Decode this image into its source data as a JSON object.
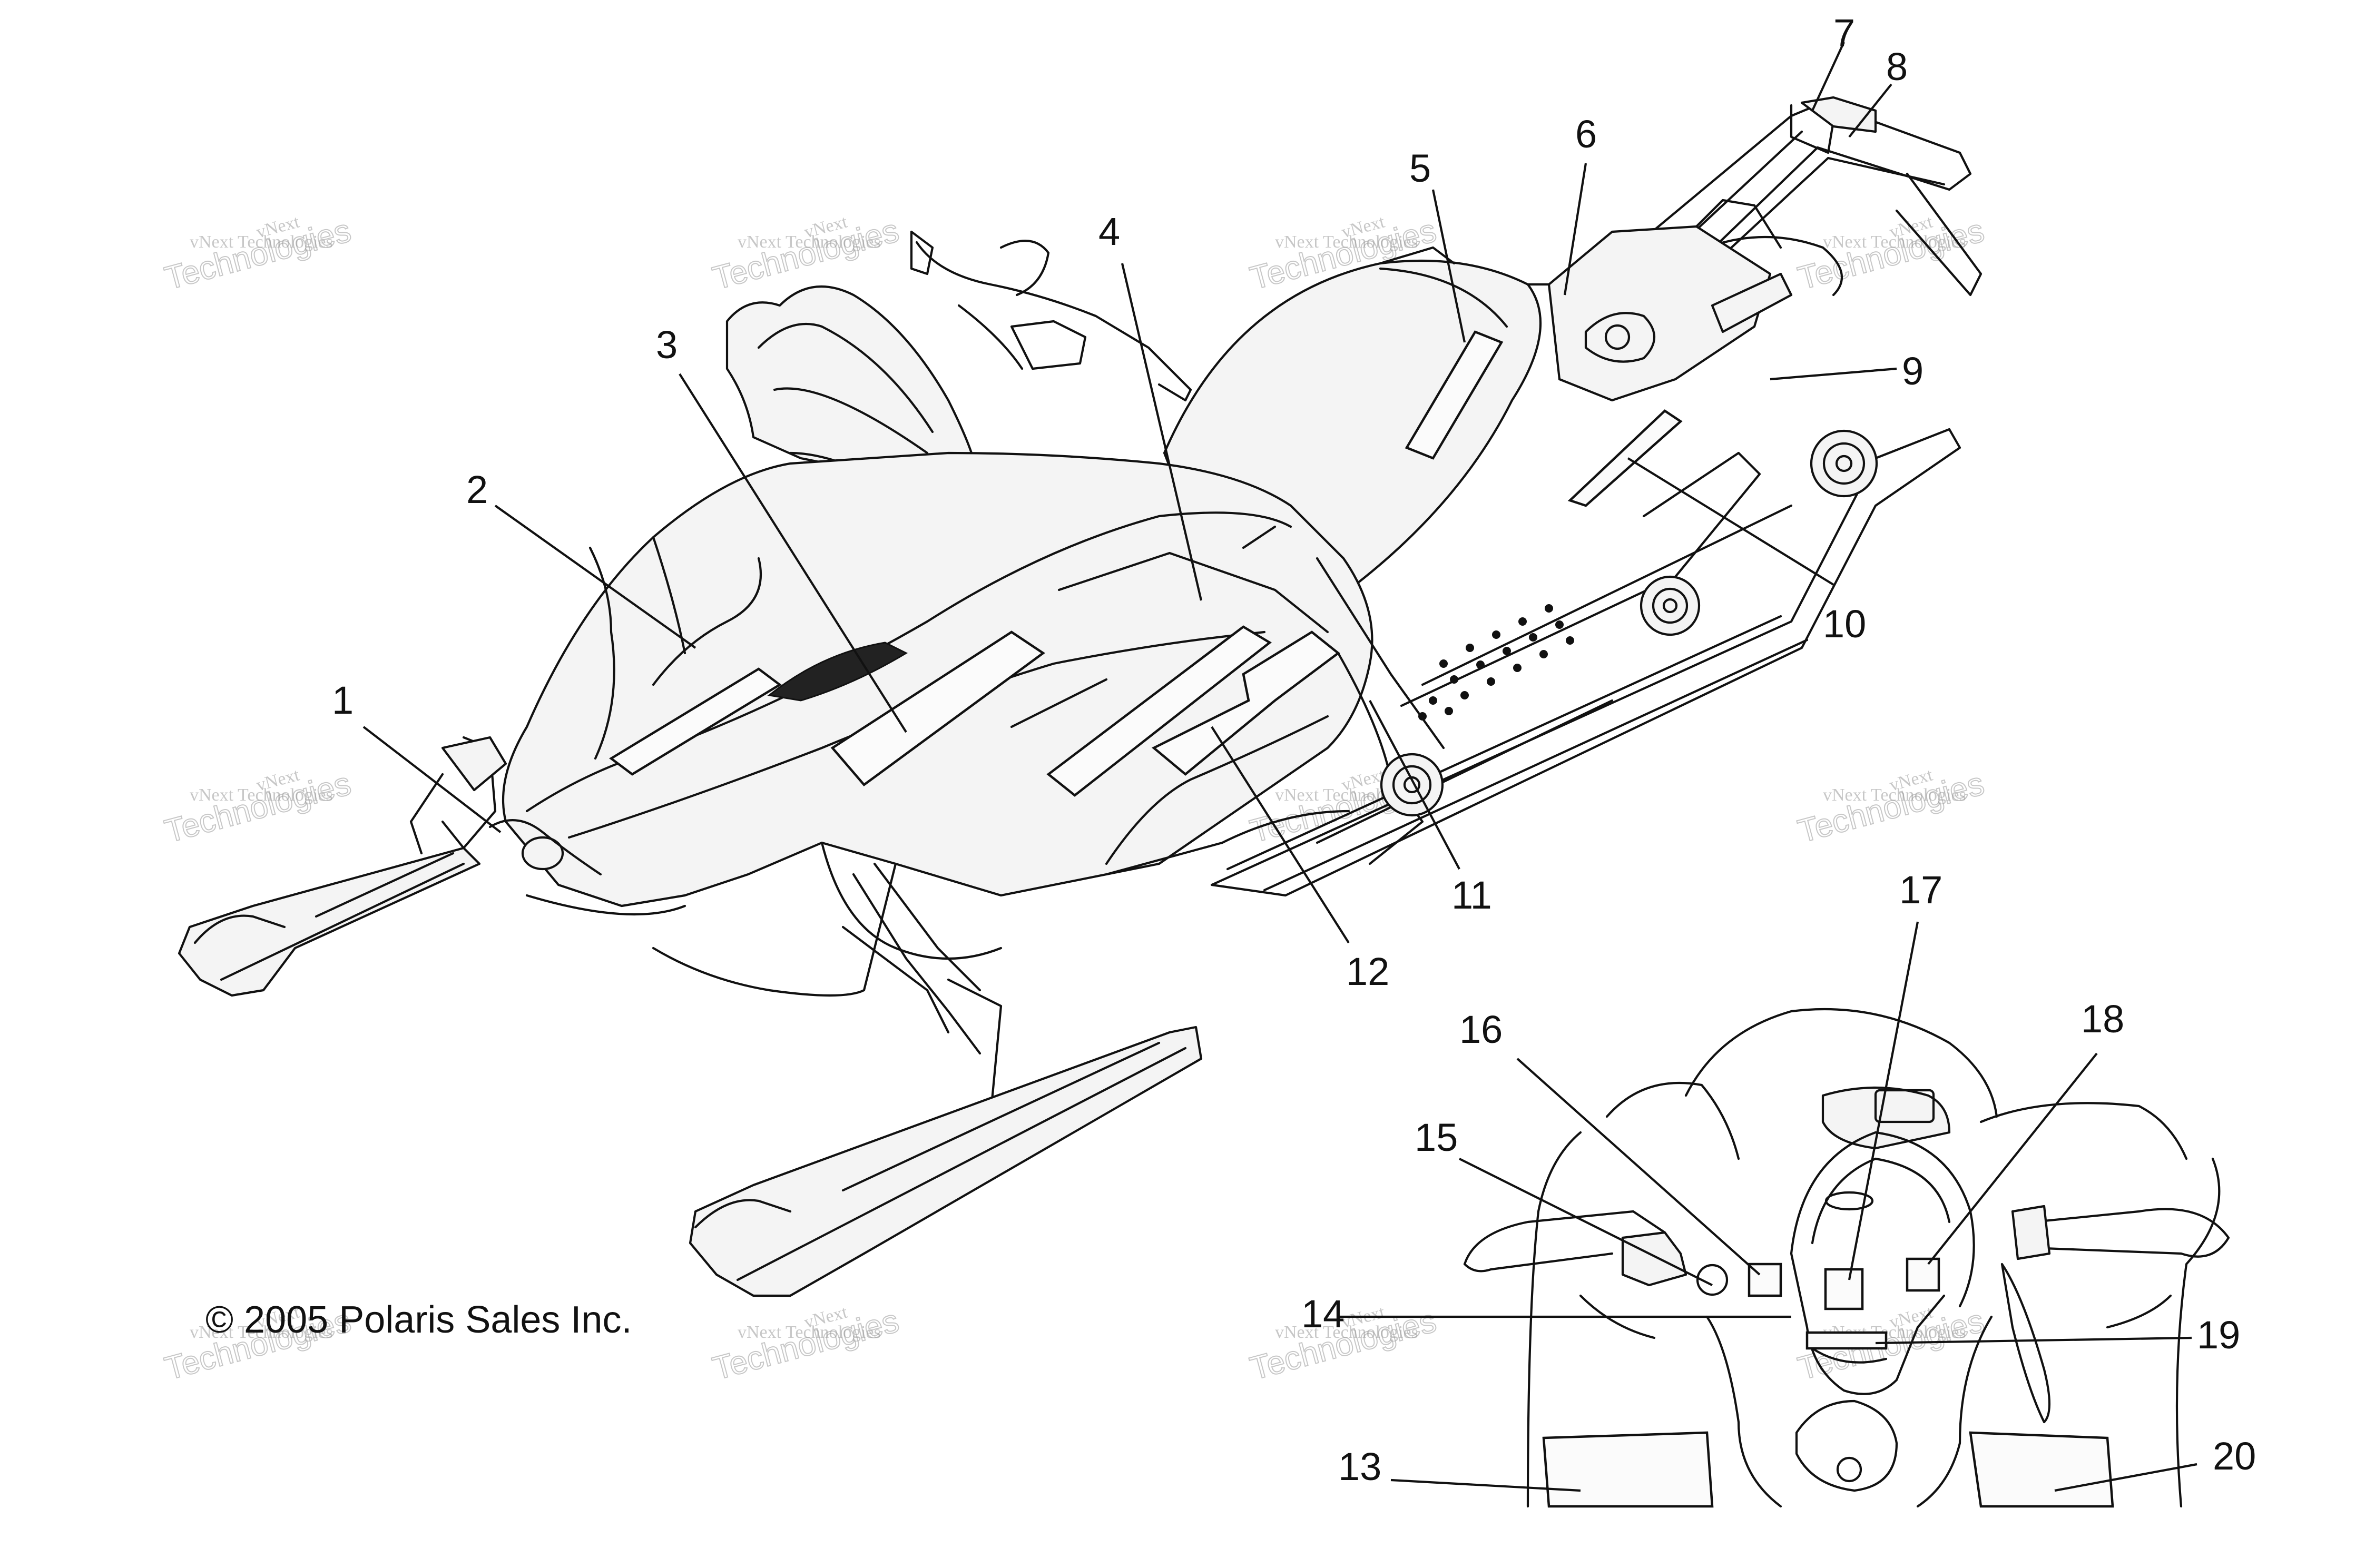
{
  "copyright": "© 2005 Polaris Sales Inc.",
  "watermark": {
    "line1": "vNext",
    "line2": "vNext Technologies",
    "line3": "Technologies"
  },
  "callouts": [
    "1",
    "2",
    "3",
    "4",
    "5",
    "6",
    "7",
    "8",
    "9",
    "10",
    "11",
    "12",
    "13",
    "14",
    "15",
    "16",
    "17",
    "18",
    "19",
    "20"
  ],
  "colors": {
    "line": "#111111",
    "background": "#ffffff",
    "watermark": "#9a9a9a"
  }
}
